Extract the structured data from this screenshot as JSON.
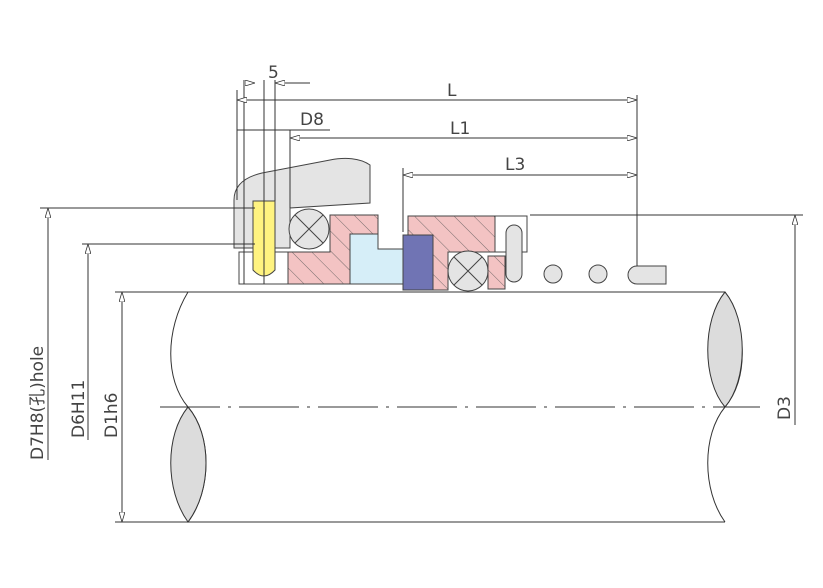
{
  "diagram": {
    "labels": {
      "dim_5": "5",
      "dim_L": "L",
      "dim_D8": "D8",
      "dim_L1": "L1",
      "dim_L3": "L3",
      "dim_D7": "D7H8(孔)hole",
      "dim_D6": "D6H11",
      "dim_D1": "D1h6",
      "dim_D3": "D3"
    },
    "colors": {
      "gland": "#e4e4e4",
      "pin": "#fff380",
      "seat_face": "#f3c3c3",
      "insert": "#d6eef8",
      "rotating_face": "#7074b4",
      "oring": "#e4e4e4",
      "shaft_end": "#dcdcdc"
    }
  }
}
